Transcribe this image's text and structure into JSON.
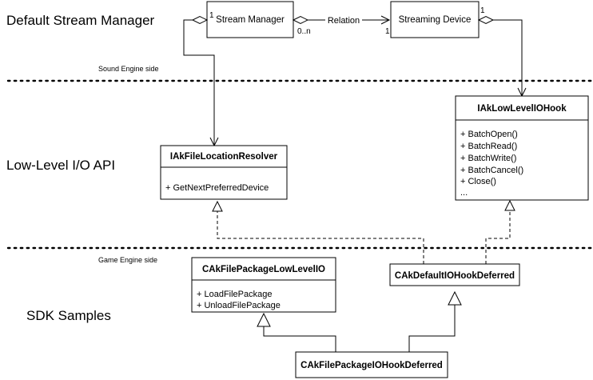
{
  "layers": {
    "stream_manager": "Default Stream Manager",
    "low_level_io": "Low-Level I/O API",
    "sdk_samples": "SDK Samples"
  },
  "side_notes": {
    "sound_engine": "Sound Engine side",
    "game_engine": "Game Engine side"
  },
  "classes": {
    "stream_manager": {
      "name": "Stream Manager"
    },
    "streaming_device": {
      "name": "Streaming Device"
    },
    "low_level_io_hook": {
      "name": "IAkLowLevelIOHook",
      "members": [
        "+ BatchOpen()",
        "+ BatchRead()",
        "+ BatchWrite()",
        "+ BatchCancel()",
        "+ Close()",
        "..."
      ]
    },
    "file_location_resolver": {
      "name": "IAkFileLocationResolver",
      "members": [
        "+ GetNextPreferredDevice"
      ]
    },
    "file_package_low_level_io": {
      "name": "CAkFilePackageLowLevelIO",
      "members": [
        "+ LoadFilePackage",
        "+ UnloadFilePackage"
      ]
    },
    "default_io_hook_deferred": {
      "name": "CAkDefaultIOHookDeferred"
    },
    "file_package_io_hook_deferred": {
      "name": "CAkFilePackageIOHookDeferred"
    }
  },
  "relations": {
    "relation_label": "Relation",
    "multiplicities": {
      "manager_left": "1",
      "manager_right": "0..n",
      "device_left": "1",
      "device_top": "1"
    }
  }
}
